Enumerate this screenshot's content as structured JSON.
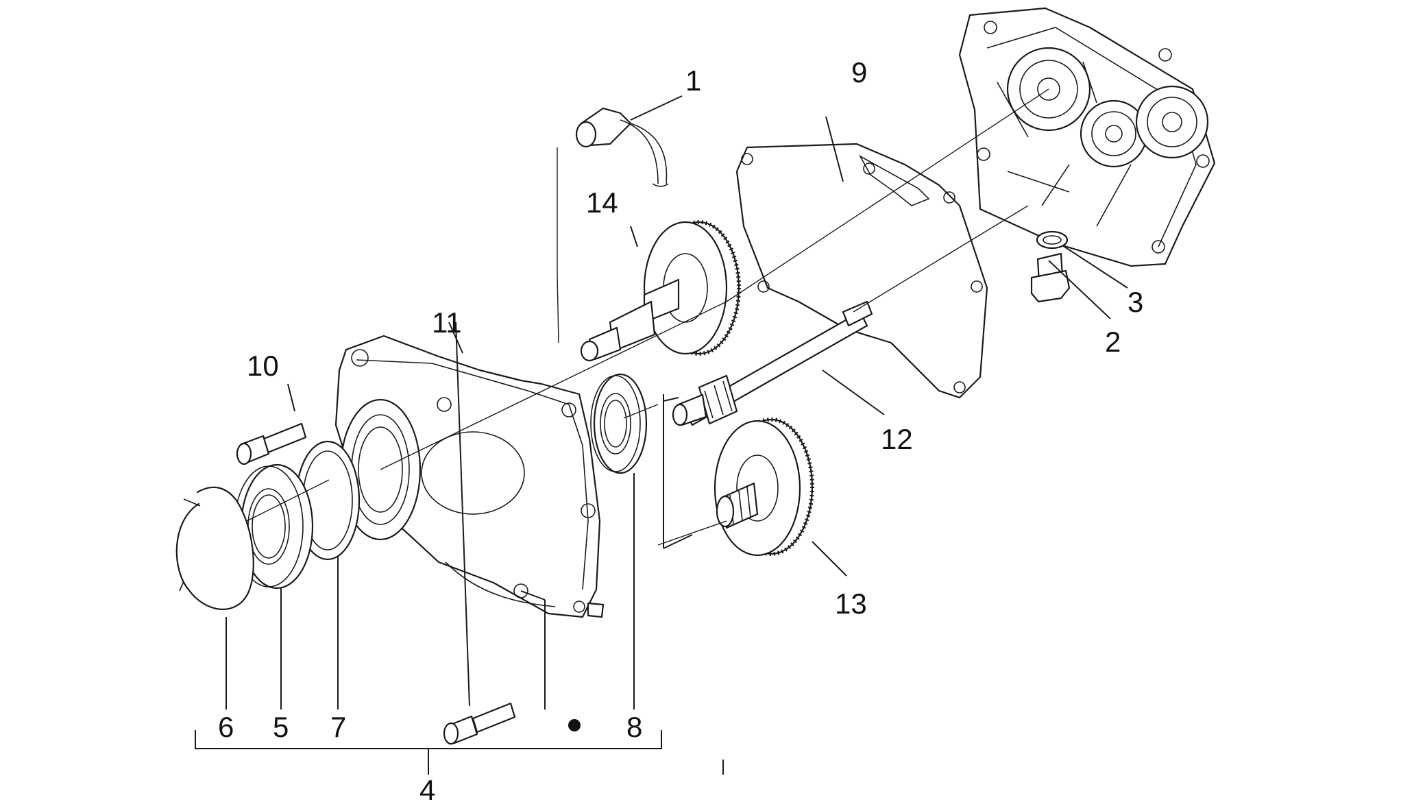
{
  "callouts": {
    "c1": "1",
    "c2": "2",
    "c3": "3",
    "c4": "4",
    "c5": "5",
    "c6": "6",
    "c7": "7",
    "c8": "8",
    "c9": "9",
    "c10": "10",
    "c11": "11",
    "c12": "12",
    "c13": "13",
    "c14": "14"
  },
  "legend": {
    "marker": "dot"
  },
  "colors": {
    "line": "#1a1a1a",
    "background": "#ffffff"
  }
}
